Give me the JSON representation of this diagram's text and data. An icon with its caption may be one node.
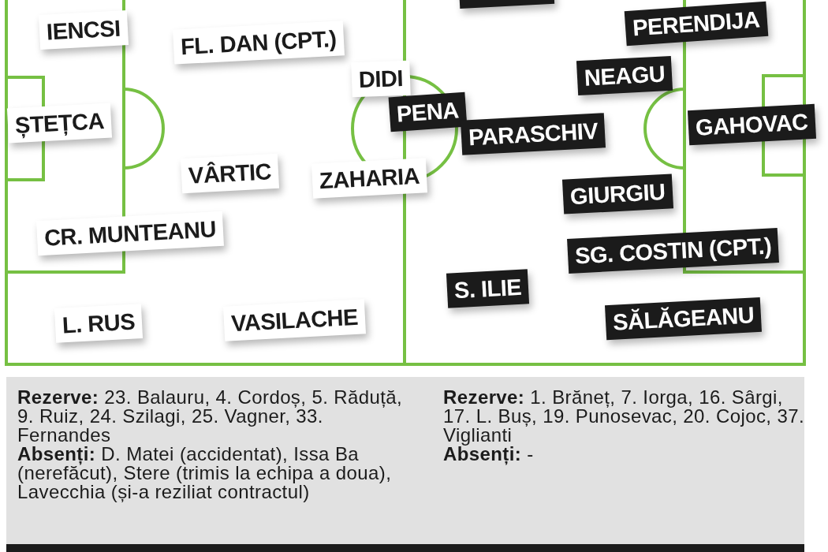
{
  "diagram": {
    "nodes": [
      {
        "text": [],
        "shape": "box"
      },
      {
        "text": [
          "PERENDIJA"
        ]
      },
      {
        "text": [
          "IENCSI"
        ]
      },
      {
        "text": [
          "FL. DAN (CPT.)"
        ]
      },
      {
        "text": [
          "NEAGU"
        ]
      },
      {
        "text": [
          "DIDI"
        ]
      },
      {
        "text": [
          "PENA"
        ]
      },
      {
        "text": [
          "ȘTEȚCA"
        ]
      },
      {
        "text": [
          "GAHOVAC"
        ]
      },
      {
        "text": [
          "PARASCHIV"
        ]
      },
      {
        "text": [
          "VÂRTIC"
        ]
      },
      {
        "text": [
          "ZAHARIA"
        ]
      },
      {
        "text": [
          "GIURGIU"
        ]
      },
      {
        "text": [
          "CR. MUNTEANU"
        ]
      },
      {
        "text": [
          "SG. COSTIN (CPT.)"
        ]
      },
      {
        "text": [
          "S. ILIE"
        ]
      },
      {
        "text": [
          "VASILACHE"
        ]
      },
      {
        "text": [
          "L. RUS"
        ]
      },
      {
        "text": [
          "SĂLĂGEANU"
        ]
      }
    ],
    "labels": [
      "**Rezerve:** 23. Balauru, 4. Cordoș, 5. Răduță, 9. Ruiz, 24. Szilagi, 25. Vagner, 33. Fernandes",
      "**Absenți:** D. Matei (accidentat), Issa Ba (nerefăcut), Stere (trimis la echipa a doua), Lavecchia (și-a reziliat contractul)",
      "**Rezerve:** 1. Brăneț, 7. Iorga, 16. Sârgi, 17. L. Buș, 19. Punosevac, 20. Cojoc, 37. Viglianti",
      "**Absenți:** -"
    ]
  }
}
